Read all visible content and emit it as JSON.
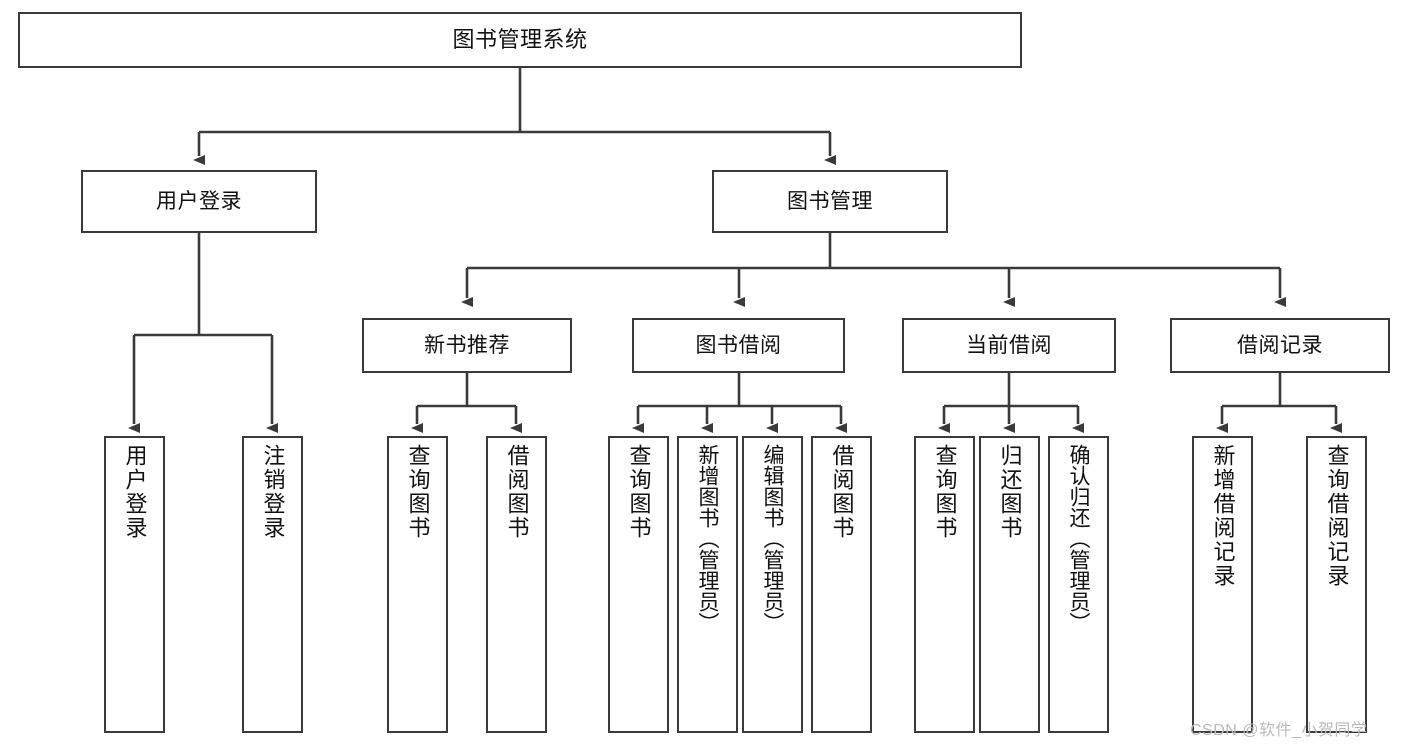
{
  "diagram": {
    "type": "tree-hierarchy",
    "orientation": "top-down",
    "title": "图书管理系统",
    "levels": 4,
    "colors": {
      "box_border": "#3a3a3a",
      "box_fill": "#ffffff",
      "connector": "#3a3a3a",
      "text": "#111111",
      "watermark": "#b9b9b9",
      "background": "#ffffff"
    },
    "root": {
      "label": "图书管理系统"
    },
    "level2": [
      {
        "label": "用户登录"
      },
      {
        "label": "图书管理"
      }
    ],
    "level3": [
      {
        "label": "新书推荐"
      },
      {
        "label": "图书借阅"
      },
      {
        "label": "当前借阅"
      },
      {
        "label": "借阅记录"
      }
    ],
    "leaves": {
      "user_login": [
        {
          "label": "用户登录"
        },
        {
          "label": "注销登录"
        }
      ],
      "new_book_recommend": [
        {
          "label": "查询图书"
        },
        {
          "label": "借阅图书"
        }
      ],
      "book_borrow": [
        {
          "label": "查询图书"
        },
        {
          "label": "新增图书（管理员）"
        },
        {
          "label": "编辑图书（管理员）"
        },
        {
          "label": "借阅图书"
        }
      ],
      "current_borrow": [
        {
          "label": "查询图书"
        },
        {
          "label": "归还图书"
        },
        {
          "label": "确认归还（管理员）"
        }
      ],
      "borrow_record": [
        {
          "label": "新增借阅记录"
        },
        {
          "label": "查询借阅记录"
        }
      ]
    }
  },
  "watermark": {
    "text": "CSDN @软件_小贺同学"
  }
}
